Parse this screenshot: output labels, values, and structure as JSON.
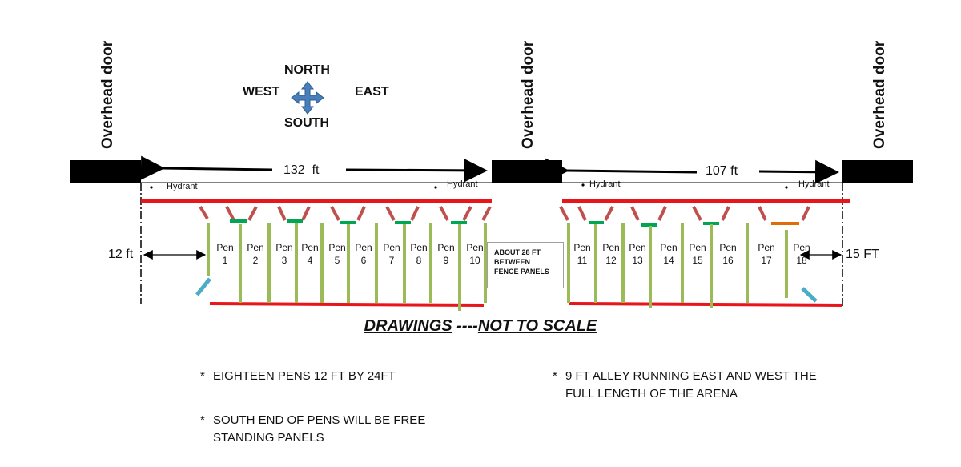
{
  "doors": [
    {
      "label": "Overhead door"
    },
    {
      "label": "Overhead door"
    },
    {
      "label": "Overhead door"
    }
  ],
  "compass": {
    "north": "NORTH",
    "south": "SOUTH",
    "east": "EAST",
    "west": "WEST"
  },
  "dimensions": {
    "west_span": "132  ft",
    "east_span": "107 ft",
    "west_gap": "12 ft",
    "east_gap": "15 FT"
  },
  "hydrant_label": "Hydrant",
  "pens": [
    {
      "word": "Pen",
      "num": "1"
    },
    {
      "word": "Pen",
      "num": "2"
    },
    {
      "word": "Pen",
      "num": "3"
    },
    {
      "word": "Pen",
      "num": "4"
    },
    {
      "word": "Pen",
      "num": "5"
    },
    {
      "word": "Pen",
      "num": "6"
    },
    {
      "word": "Pen",
      "num": "7"
    },
    {
      "word": "Pen",
      "num": "8"
    },
    {
      "word": "Pen",
      "num": "9"
    },
    {
      "word": "Pen",
      "num": "10"
    },
    {
      "word": "Pen",
      "num": "11"
    },
    {
      "word": "Pen",
      "num": "12"
    },
    {
      "word": "Pen",
      "num": "13"
    },
    {
      "word": "Pen",
      "num": "14"
    },
    {
      "word": "Pen",
      "num": "15"
    },
    {
      "word": "Pen",
      "num": "16"
    },
    {
      "word": "Pen",
      "num": "17"
    },
    {
      "word": "Pen",
      "num": "18"
    }
  ],
  "gap_note": {
    "line1": "ABOUT 28 FT",
    "line2": "BETWEEN",
    "line3": "FENCE PANELS"
  },
  "scale_note": {
    "part1": "DRAWINGS",
    "sep": " ----",
    "part2": "NOT TO SCALE"
  },
  "notes": [
    {
      "star": "*",
      "text": "EIGHTEEN PENS 12 FT BY 24FT"
    },
    {
      "star": "*",
      "text": "SOUTH END OF PENS WILL BE FREE STANDING PANELS"
    },
    {
      "star": "*",
      "text": "9 FT ALLEY RUNNING EAST AND WEST THE FULL LENGTH OF THE ARENA"
    }
  ],
  "colors": {
    "fence": "#e8151b",
    "panel": "#9bbb59",
    "gate": "#00a651",
    "gate_alt": "#e36c0a",
    "angled": "#c0504d",
    "blue_panel": "#4bacc6",
    "door": "#000000",
    "compass": "#4a7ebb"
  }
}
